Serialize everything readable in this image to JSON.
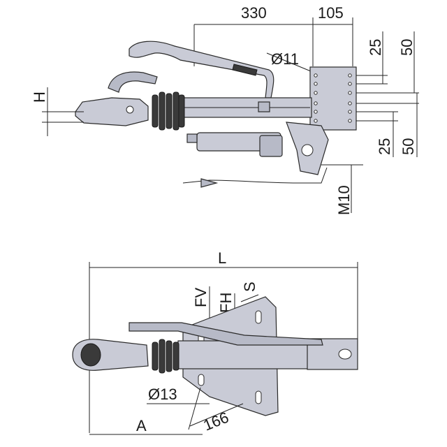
{
  "labels": {
    "dim_330": "330",
    "dim_105": "105",
    "dim_dia11": "Ø11",
    "dim_25_top": "25",
    "dim_50_top": "50",
    "dim_25_bottom": "25",
    "dim_50_bottom": "50",
    "dim_H": "H",
    "dim_M10": "M10",
    "dim_L": "L",
    "dim_FV": "FV",
    "dim_FH": "FH",
    "dim_S": "S",
    "dim_dia13": "Ø13",
    "dim_A": "A",
    "dim_166": "166"
  },
  "colors": {
    "metal": "#c9cbd6",
    "metal_shadow": "#b7bac7",
    "bellows": "#3a3a3a",
    "line": "#222222"
  }
}
